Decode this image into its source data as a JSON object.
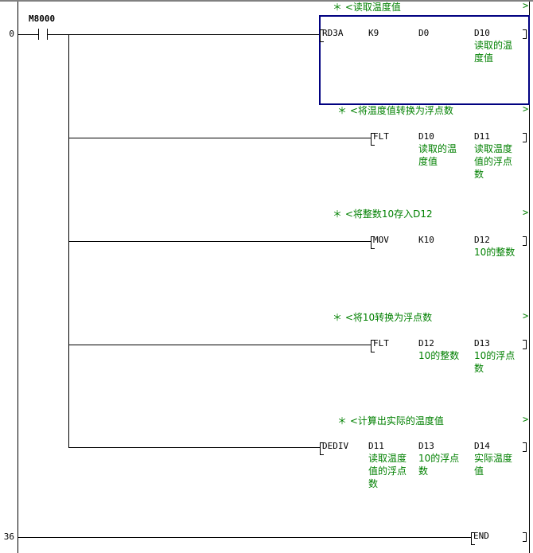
{
  "ladder": {
    "steps": {
      "start": "0",
      "end": "36"
    },
    "contact": {
      "device": "M8000"
    },
    "rungs": [
      {
        "comment": "＊ <读取温度值",
        "comment_end": ">",
        "instruction": "RD3A",
        "operands": [
          "K9",
          "D0",
          "D10"
        ],
        "operand_comments": [
          "",
          "",
          "读取的温度值"
        ],
        "selected": true
      },
      {
        "comment": "＊ <将温度值转换为浮点数",
        "comment_end": ">",
        "instruction": "FLT",
        "operands": [
          "D10",
          "D11"
        ],
        "operand_comments": [
          "读取的温度值",
          "读取温度值的浮点数"
        ]
      },
      {
        "comment": "＊ <将整数10存入D12",
        "comment_end": ">",
        "instruction": "MOV",
        "operands": [
          "K10",
          "D12"
        ],
        "operand_comments": [
          "",
          "10的整数"
        ]
      },
      {
        "comment": "＊ <将10转换为浮点数",
        "comment_end": ">",
        "instruction": "FLT",
        "operands": [
          "D12",
          "D13"
        ],
        "operand_comments": [
          "10的整数",
          "10的浮点数"
        ]
      },
      {
        "comment": "＊ <计算出实际的温度值",
        "comment_end": ">",
        "instruction": "DEDIV",
        "operands": [
          "D11",
          "D13",
          "D14"
        ],
        "operand_comments": [
          "读取温度值的浮点数",
          "10的浮点数",
          "实际温度值"
        ]
      }
    ],
    "end_instruction": "END"
  },
  "colors": {
    "comment": "#008000",
    "selection": "#000080",
    "line": "#000000"
  }
}
